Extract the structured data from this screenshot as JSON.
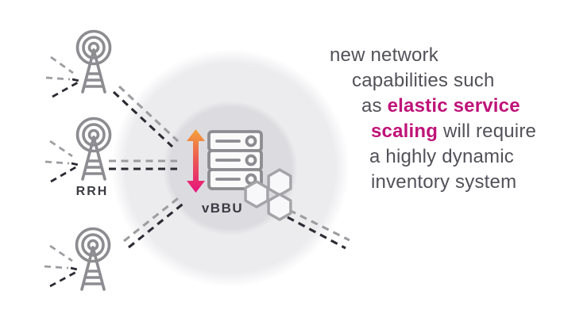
{
  "diagram": {
    "rrh_label": "RRH",
    "vbbu_label": "vBBU",
    "icons": {
      "antenna": "antenna-tower-icon",
      "server": "server-rack-icon",
      "arrow": "vertical-scaling-arrow-icon",
      "hexagons": "hexagon-cluster-icon",
      "links": "dashed-link-lines",
      "waves": "radio-signal-waves"
    }
  },
  "caption": {
    "line1": "new network",
    "line2": "capabilities such",
    "line3_prefix": "as ",
    "line3_highlight": "elastic service",
    "line4_highlight": "scaling",
    "line4_suffix": " will require",
    "line5": "a highly dynamic",
    "line6": "inventory system"
  },
  "colors": {
    "highlight_magenta": "#bf1378",
    "arrow_gradient_top": "#f4a339",
    "arrow_gradient_mid": "#ec5d51",
    "arrow_gradient_bottom": "#e5147d",
    "text_dark": "#515159",
    "label_dark": "#3b3b44",
    "icon_gray": "#8c8c91",
    "hexagon_gray": "#a3a3a8",
    "dash_dark": "#2b2b33",
    "dash_gray": "#9d9da1",
    "circle_outer_gray": "#ececef",
    "circle_inner_gray": "#dcdce0",
    "background": "#ffffff"
  }
}
